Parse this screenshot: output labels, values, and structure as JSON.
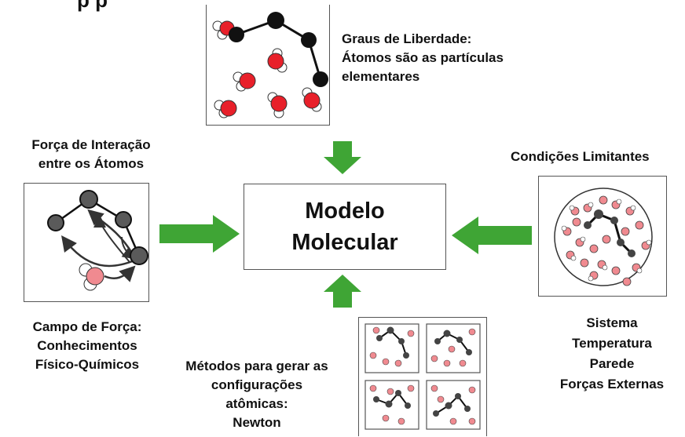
{
  "top_heading_partial": "p p",
  "center": {
    "line1": "Modelo",
    "line2": "Molecular"
  },
  "degrees_of_freedom": {
    "line1": "Graus de Liberdade:",
    "line2": "Átomos são as partículas",
    "line3": "elementares"
  },
  "interaction_force": {
    "line1": "Força de Interação",
    "line2": "entre os Átomos"
  },
  "force_field": {
    "line1": "Campo de Força:",
    "line2": "Conhecimentos",
    "line3": "Físico-Químicos"
  },
  "boundary_conditions": {
    "title": "Condições Limitantes",
    "items": [
      "Sistema",
      "Temperatura",
      "Parede",
      "Forças Externas"
    ]
  },
  "methods": {
    "line1": "Métodos para gerar as",
    "line2": "configurações",
    "line3": "atômicas:",
    "line4": "Newton"
  },
  "colors": {
    "arrow_green": "#3fa535",
    "atom_red": "#e8202a",
    "atom_black": "#111111",
    "atom_gray": "#5a5a5a",
    "atom_pink": "#f08a90"
  }
}
